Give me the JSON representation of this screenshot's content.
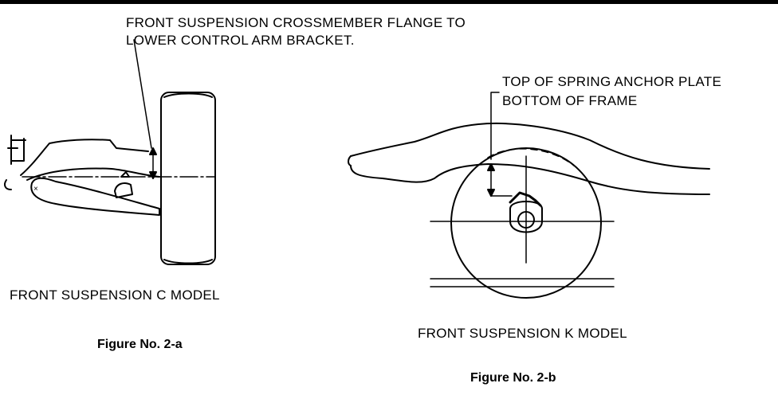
{
  "figure_a": {
    "callout_line1": "FRONT SUSPENSION CROSSMEMBER FLANGE TO",
    "callout_line2": "LOWER CONTROL ARM BRACKET.",
    "model_label": "FRONT SUSPENSION C MODEL",
    "caption": "Figure No. 2-a"
  },
  "figure_b": {
    "callout_line1": "TOP OF SPRING ANCHOR PLATE",
    "callout_line2": "BOTTOM OF FRAME",
    "model_label": "FRONT SUSPENSION K MODEL",
    "caption": "Figure No. 2-b"
  }
}
